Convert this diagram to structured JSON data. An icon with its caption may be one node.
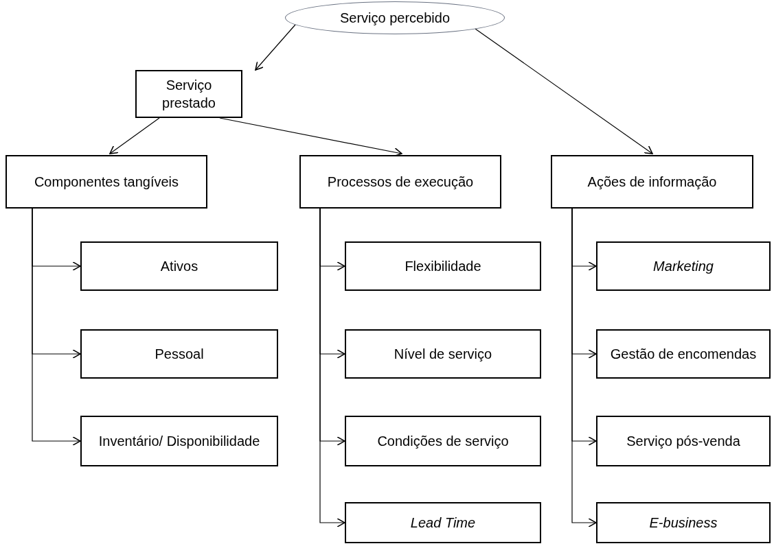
{
  "diagram": {
    "nodes": [
      {
        "text": [
          "Serviço percebido"
        ]
      },
      {
        "text": [
          "Serviço prestado"
        ]
      },
      {
        "text": [
          "Componentes tangíveis"
        ]
      },
      {
        "text": [
          "Processos de execução"
        ]
      },
      {
        "text": [
          "Ações de informação"
        ]
      },
      {
        "text": [
          "Ativos"
        ]
      },
      {
        "text": [
          "Pessoal"
        ]
      },
      {
        "text": [
          "Inventário/ Disponibilidade"
        ]
      },
      {
        "text": [
          "Flexibilidade"
        ]
      },
      {
        "text": [
          "Nível de serviço"
        ]
      },
      {
        "text": [
          "Condições de serviço"
        ]
      },
      {
        "text": [
          "Lead Time"
        ]
      },
      {
        "text": [
          "Marketing"
        ]
      },
      {
        "text": [
          "Gestão de encomendas"
        ]
      },
      {
        "text": [
          "Serviço pós-venda"
        ]
      },
      {
        "text": [
          "E-business"
        ]
      }
    ],
    "edges": [
      {
        "from": 0,
        "to": 1,
        "arrow": "to"
      },
      {
        "from": 0,
        "to": 4,
        "arrow": "to"
      },
      {
        "from": 1,
        "to": 2,
        "arrow": "to"
      },
      {
        "from": 1,
        "to": 3,
        "arrow": "to"
      },
      {
        "from": 2,
        "to": 5,
        "arrow": "to"
      },
      {
        "from": 2,
        "to": 6,
        "arrow": "to"
      },
      {
        "from": 2,
        "to": 7,
        "arrow": "to"
      },
      {
        "from": 3,
        "to": 8,
        "arrow": "to"
      },
      {
        "from": 3,
        "to": 9,
        "arrow": "to"
      },
      {
        "from": 3,
        "to": 10,
        "arrow": "to"
      },
      {
        "from": 3,
        "to": 11,
        "arrow": "to"
      },
      {
        "from": 4,
        "to": 12,
        "arrow": "to"
      },
      {
        "from": 4,
        "to": 13,
        "arrow": "to"
      },
      {
        "from": 4,
        "to": 14,
        "arrow": "to"
      },
      {
        "from": 4,
        "to": 15,
        "arrow": "to"
      }
    ]
  }
}
